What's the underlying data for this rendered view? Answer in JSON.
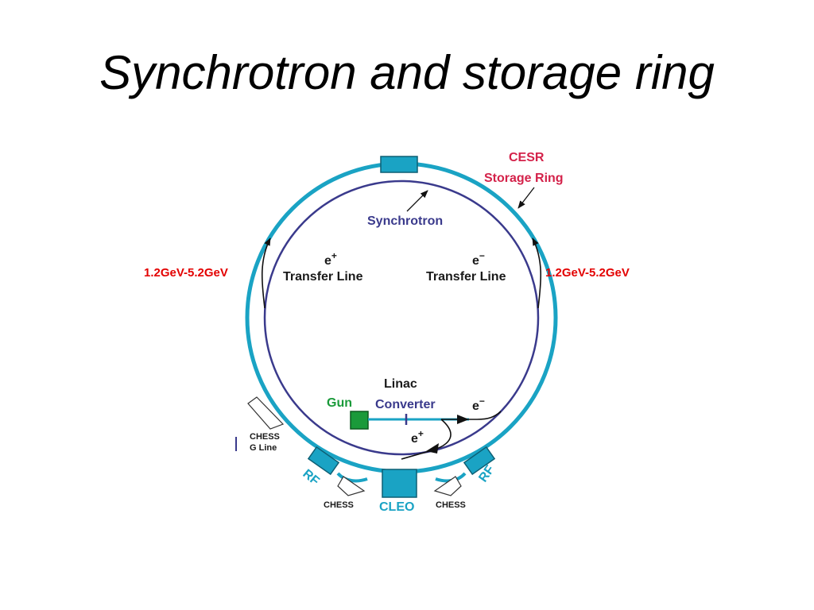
{
  "slide": {
    "title": "Synchrotron and storage ring"
  },
  "colors": {
    "storage_ring": "#1aa3c4",
    "synchrotron": "#3a3a8c",
    "gun": "#1a9a3a",
    "red_label": "#e30000",
    "cesr_label": "#d4224a"
  },
  "labels": {
    "cesr_line1": "CESR",
    "cesr_line2": "Storage Ring",
    "synchrotron": "Synchrotron",
    "eplus_transfer": {
      "symbol": "e",
      "sup": "+",
      "text": "Transfer  Line"
    },
    "eminus_transfer": {
      "symbol": "e",
      "sup": "−",
      "text": "Transfer  Line"
    },
    "energy_left": "1.2GeV-5.2GeV",
    "energy_right": "1.2GeV-5.2GeV",
    "linac": "Linac",
    "gun": "Gun",
    "converter": "Converter",
    "eminus_linac": {
      "symbol": "e",
      "sup": "−"
    },
    "eplus_linac": {
      "symbol": "e",
      "sup": "+"
    },
    "chess_g_line1": "CHESS",
    "chess_g_line2": "G Line",
    "rf_left": "RF",
    "rf_right": "RF",
    "chess_left": "CHESS",
    "chess_right": "CHESS",
    "cleo": "CLEO"
  }
}
